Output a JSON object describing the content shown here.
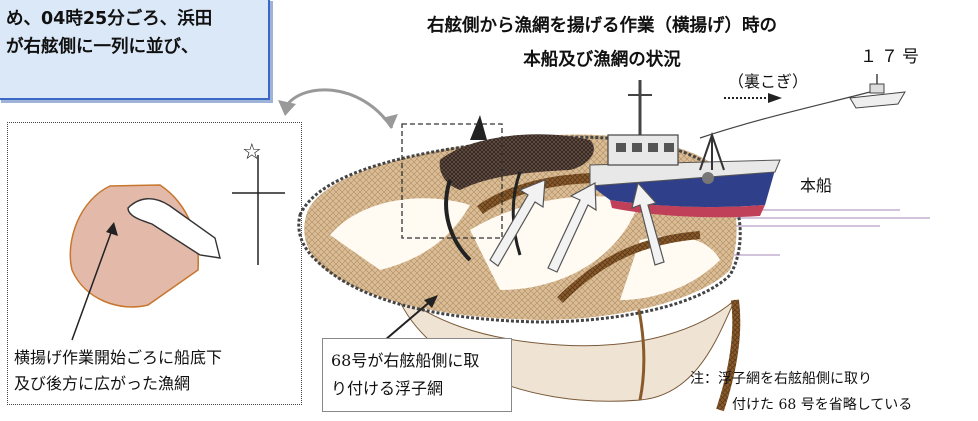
{
  "header_box": {
    "line1": "め、04時25分ごろ、浜田",
    "line2": "が右舷側に一列に並び、"
  },
  "title": {
    "line1": "右舷側から漁網を揚げる作業（横揚げ）時の",
    "line2": "本船及び漁網の状況"
  },
  "labels": {
    "other_vessel": "１７号",
    "backing": "（裏こぎ）",
    "main_vessel": "本船",
    "compass_star": "☆"
  },
  "detail_caption": {
    "line1": "横揚げ作業開始ごろに船底下",
    "line2": "及び後方に広がった漁網"
  },
  "float_caption": {
    "line1": "68号が右舷船側に取",
    "line2": "り付ける浮子網"
  },
  "note": {
    "line1": "注：浮子網を右舷船側に取り",
    "line2": "付けた 68 号を省略している"
  },
  "colors": {
    "box_fill": "#dbe8f8",
    "box_border": "#3b68c4",
    "net_brown": "#8a5a2b",
    "net_fill": "#d7b791",
    "detail_net": "#e3b9aa",
    "hull_blue": "#2f3f8a",
    "hull_red": "#c0405a"
  }
}
